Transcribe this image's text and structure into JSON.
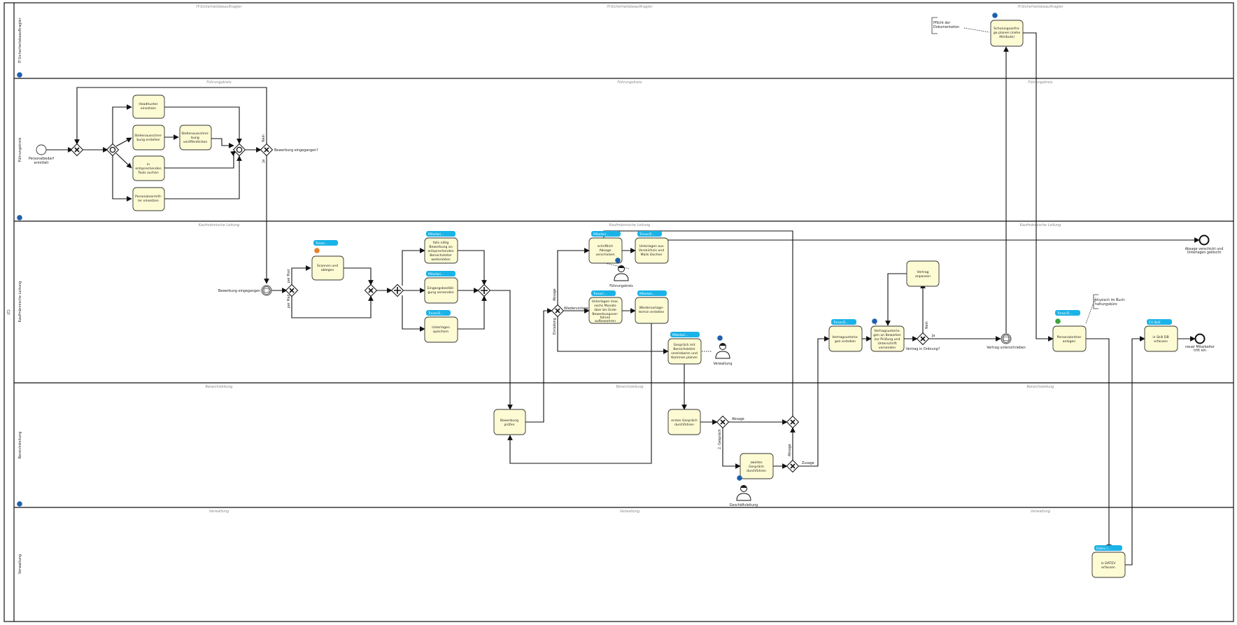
{
  "pool_title": "(C)",
  "lanes": [
    {
      "name": "IT-Sicherheitsbeauftragter",
      "titles": [
        "IT-Sicherheitsbeauftragter",
        "IT-Sicherheitsbeauftragter",
        "IT-Sicherheitsbeauftragter"
      ]
    },
    {
      "name": "Führungskreis",
      "titles": [
        "Führungskreis",
        "Führungskreis",
        "Führungskreis"
      ]
    },
    {
      "name": "Kaufmännische Leitung",
      "titles": [
        "Kaufmännische Leitung",
        "Kaufmännische Leitung",
        "Kaufmännische Leitung"
      ]
    },
    {
      "name": "Bereichsleitung",
      "titles": [
        "Bereichsleitung",
        "Bereichsleitung",
        "Bereichsleitung"
      ]
    },
    {
      "name": "Verwaltung",
      "titles": [
        "Verwaltung",
        "Verwaltung",
        "Verwaltung"
      ]
    }
  ],
  "tasks": {
    "schulung": [
      "Schulungsanfra-",
      "ge planen (siehe",
      "Attribute)"
    ],
    "headhunter": [
      "Headhunter",
      "einsetzen"
    ],
    "stellenausschr": [
      "Stellenausschrei-",
      "bung erstellen"
    ],
    "veroeffentl": [
      "Stellenausschrei-",
      "bung",
      "veröffentlichen"
    ],
    "tools": [
      "in",
      "entsprechenden",
      "Tools suchen"
    ],
    "vermittler": [
      "Personalvermitt-",
      "ler einsetzen"
    ],
    "scannen": [
      "Scannen und",
      "ablegen"
    ],
    "falls": [
      "falls nötig",
      "Bewerbung an",
      "entsprechenden",
      "Bereichsleiter",
      "weiterleiten"
    ],
    "eingang": [
      "Eingangsbestäti-",
      "gung versenden"
    ],
    "speichern": [
      "Unterlagen",
      "speichern"
    ],
    "absage": [
      "schriftlich",
      "Absage",
      "verschicken"
    ],
    "unt_loeschen": [
      "Unterlagen aus",
      "Verzeichnis und",
      "Mails löschen"
    ],
    "unt_sechs": [
      "Unterlagen max.",
      "sechs Monate",
      "über bis Ende",
      "Bewerbungsver-",
      "fahren",
      "aufbewahren"
    ],
    "wiedervorlage": [
      "Wiedervorlage-",
      "termin erstellen"
    ],
    "gespraech": [
      "Gespräch mit",
      "Bereichsleiter",
      "vereinbaren und",
      "Kommen planen"
    ],
    "bew_pruefen": [
      "Bewerbung",
      "prüfen"
    ],
    "erstes": [
      "erstes Gespräch",
      "durchführen"
    ],
    "zweites": [
      "zweites",
      "Gespräch",
      "durchführen"
    ],
    "vertragsunt": [
      "Vertragsunterla-",
      "gen erstellen"
    ],
    "vertrag_vers": [
      "Vertragsunterla-",
      "gen an Bewerber",
      "zur Prüfung und",
      "Unterschrift",
      "versenden"
    ],
    "vertrag_anp": [
      "Vertrag",
      "anpassen"
    ],
    "personalordner": [
      "Personalordner",
      "anlegen"
    ],
    "skill": [
      "in Skill DB",
      "erfassen"
    ],
    "datev": [
      "in DATEV",
      "erfassen"
    ]
  },
  "badges": {
    "b_schulung": "",
    "b_scannen": "Tresor...",
    "b_falls": "Mitarbei...",
    "b_eingang": "Mitarbei...",
    "b_speichern": "Tresor/E...",
    "b_absage": "Mitarbei...",
    "b_loeschen": "Tresor/E...",
    "b_sechs": "Tresor/...",
    "b_wieder": "Mitarbei...",
    "b_gespraech": "Mitarbei...",
    "b_vertragsunt": "Tresor/E...",
    "b_personal": "Tresor/E...",
    "b_skill": "CV Skill",
    "b_datev": "Datev l..."
  },
  "labels": {
    "start": [
      "Personalbedarf",
      "ermittelt"
    ],
    "bew_eingegangen_q": "Bewerbung eingegangen?",
    "nein": "Nein",
    "ja": "Ja",
    "bew_eingegangen": "Bewerbung eingegangen",
    "per_post": "per Post",
    "per_mail": "per Mail",
    "absage": "Absage",
    "wiedervorlage": "Wiedervorlage",
    "einladung": "Einladung",
    "fuehrungskreis": "Führungskreis",
    "verwaltung": "Verwaltung",
    "geschaeftsleitung": "Geschäftsleitung",
    "g_absage": "Absage",
    "g_einladung": "2. Gespräch",
    "g2_absage": "Absage",
    "zusage": "Zusage",
    "vertrag_ok": "Vertrag in Ordnung?",
    "v_nein": "Nein",
    "v_ja": "Ja",
    "vertrag_unterschr": "Vertrag unterschrieben",
    "end_absage": [
      "Absage verschickt und",
      "Unterlagen gelöscht"
    ],
    "end_mitarbeiter": [
      "neuer Mitarbeiter",
      "tritt ein"
    ],
    "pflicht": [
      "Pflicht der",
      "Dokumentation"
    ],
    "physisch": [
      "physisch im Buch-",
      "haltungsbüro"
    ]
  },
  "colors": {
    "task_fill": "#fdfbd3",
    "badge": "#1ab3e8",
    "link_icon": "#1f5fae"
  }
}
